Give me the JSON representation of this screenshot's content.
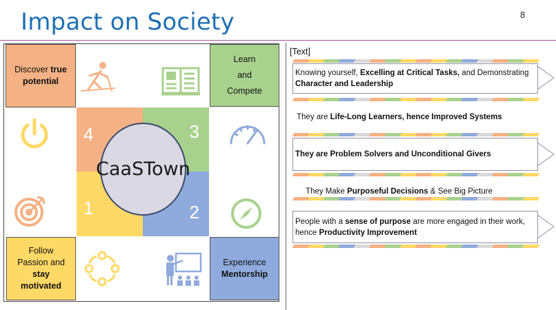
{
  "slide": {
    "title": "Impact on Society",
    "page_number": "8"
  },
  "wheel": {
    "center_label": "CaaSTown",
    "quadrants": [
      {
        "number": "4",
        "color": "#F4B183"
      },
      {
        "number": "3",
        "color": "#A9D18E"
      },
      {
        "number": "1",
        "color": "#FFD966"
      },
      {
        "number": "2",
        "color": "#8FAADC"
      }
    ],
    "corners": {
      "top_left": {
        "pre": "Discover ",
        "bold": "true potential",
        "color": "#F4B183"
      },
      "top_right": {
        "line1": "Learn",
        "line2": "and",
        "line3": "Compete",
        "color": "#A9D18E"
      },
      "bottom_left": {
        "line1": "Follow",
        "line2": "Passion and",
        "bold1": "stay",
        "bold2": "motivated",
        "color": "#FFD966"
      },
      "bottom_right": {
        "line1": "Experience",
        "bold": "Mentorship",
        "color": "#8FAADC"
      }
    },
    "icons": [
      "skier-icon",
      "book-icon",
      "power-icon",
      "speedometer-icon",
      "target-icon",
      "compass-icon",
      "cycle-arrows-icon",
      "presenter-icon"
    ],
    "icon_colors": {
      "orange": "#F4B183",
      "green": "#A9D18E",
      "yellow": "#FFD966",
      "blue": "#8FAADC"
    }
  },
  "panel": {
    "placeholder": "[Text]",
    "items": [
      {
        "pre": "Knowing yourself, ",
        "b1": "Excelling at Critical Tasks,",
        "mid": " and Demonstrating ",
        "b2": "Character and Leadership"
      },
      {
        "pre": "They are ",
        "b1": "Life-Long Learners, hence Improved Systems"
      },
      {
        "b1": "They are Problem Solvers and Unconditional Givers"
      },
      {
        "pre": "They Make ",
        "b1": "Purposeful Decisions",
        "post": " & See Big Picture"
      },
      {
        "pre": "People with a ",
        "b1": "sense of purpose",
        "mid": " are more engaged in their work, hence ",
        "b2": "Productivity Improvement"
      }
    ],
    "stripe_colors": [
      "#F4B183",
      "#FFD966",
      "#A9D18E",
      "#8FAADC",
      "#D9D9D9",
      "#F4B183",
      "#A9D18E",
      "#FFD966"
    ]
  }
}
